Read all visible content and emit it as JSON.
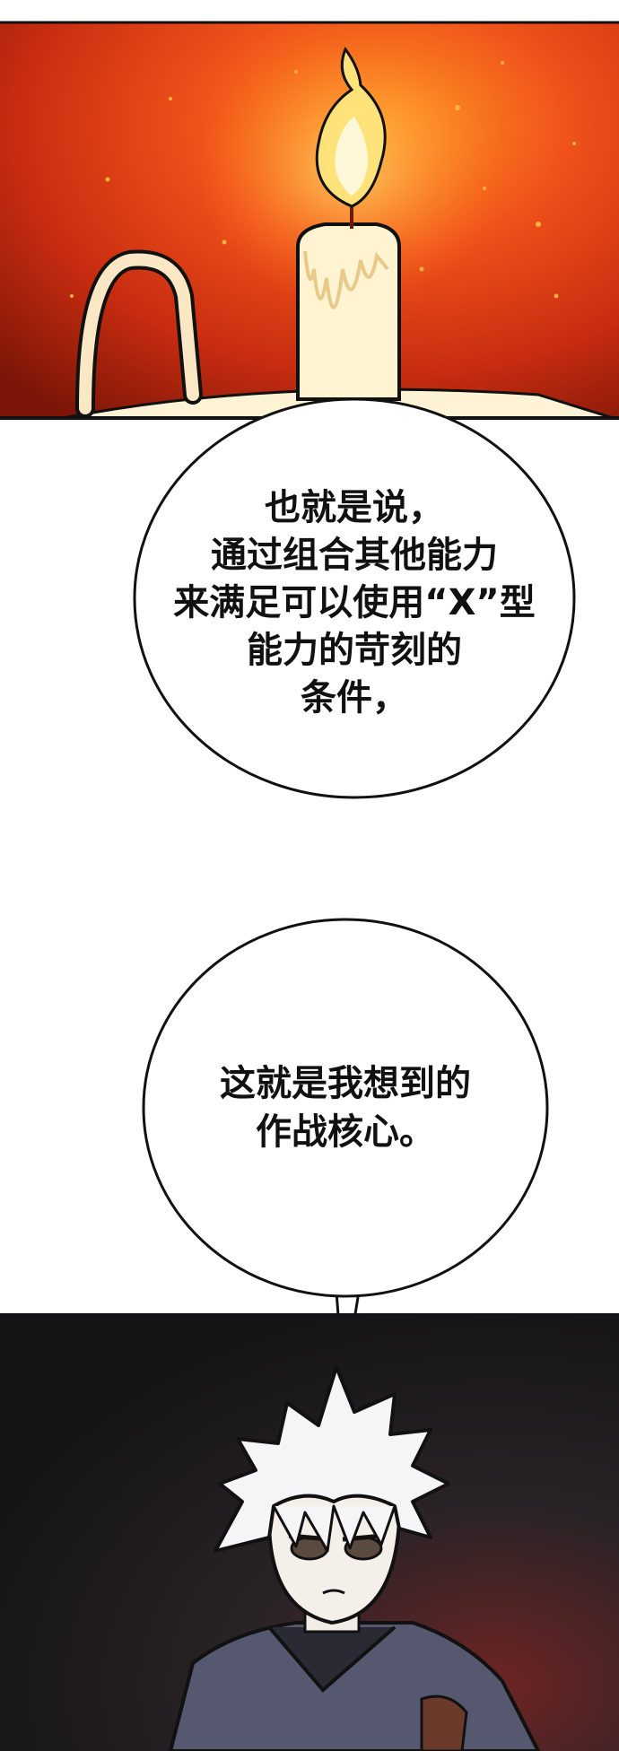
{
  "colors": {
    "fire_dark": "#8c1a0a",
    "fire_mid": "#d9360c",
    "fire_glow": "#ff8a1a",
    "candle_wax": "#fff1c8",
    "flame_core": "#ffe680",
    "bubble_fill": "#ffffff",
    "bubble_stroke": "#111111",
    "dark_bg": "#1c1c1f",
    "hair": "#f4f4f6",
    "jacket": "#55566a",
    "red_glow": "#8a2a2a"
  },
  "bubble1": {
    "lines": [
      "也就是说，",
      "通过组合其他能力",
      "来满足可以使用“X”型",
      "能力的苛刻的",
      "条件，"
    ]
  },
  "bubble2": {
    "lines": [
      "这就是我想到的",
      "作战核心。"
    ]
  },
  "scenes": {
    "top": "candle-scene",
    "bottom": "white-haired-boy-scene"
  }
}
